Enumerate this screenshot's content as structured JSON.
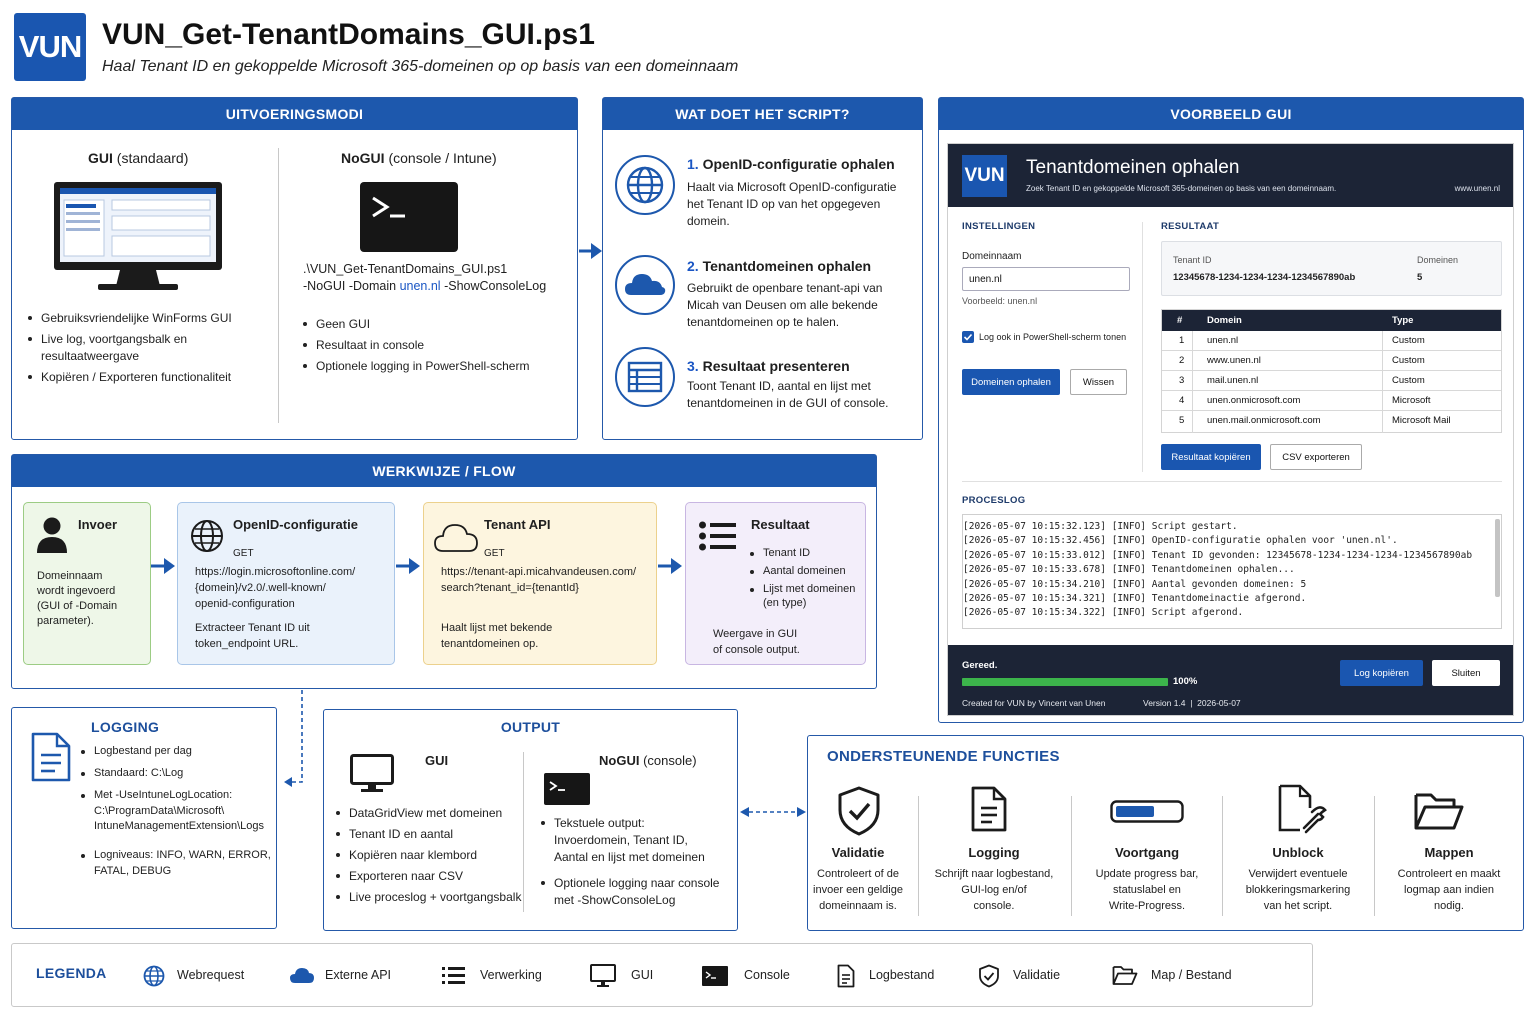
{
  "header": {
    "logo": "VUN",
    "title": "VUN_Get-TenantDomains_GUI.ps1",
    "subtitle": "Haal Tenant ID en gekoppelde Microsoft 365-domeinen op op basis van een domeinnaam"
  },
  "modes": {
    "title": "UITVOERINGSMODI",
    "gui": {
      "label": "GUI",
      "suffix": "(standaard)",
      "bullets": [
        "Gebruiksvriendelijke WinForms GUI",
        "Live log, voortgangsbalk en",
        "resultaatweergave",
        "Kopiëren / Exporteren functionaliteit"
      ]
    },
    "nogui": {
      "label": "NoGUI",
      "suffix": "(console / Intune)",
      "cmd1": ".\\VUN_Get-TenantDomains_GUI.ps1",
      "cmd2a": "-NoGUI -Domain",
      "cmd2b": "unen.nl",
      "cmd2c": "-ShowConsoleLog",
      "bullets": [
        "Geen GUI",
        "Resultaat in console",
        "Optionele logging in PowerShell-scherm"
      ]
    }
  },
  "what": {
    "title": "WAT DOET HET SCRIPT?",
    "steps": [
      {
        "num": "1.",
        "title": "OpenID-configuratie ophalen",
        "lines": [
          "Haalt via Microsoft OpenID-configuratie",
          "het Tenant ID op van het opgegeven",
          "domein."
        ]
      },
      {
        "num": "2.",
        "title": "Tenantdomeinen ophalen",
        "lines": [
          "Gebruikt de openbare tenant-api van",
          "Micah van Deusen om alle bekende",
          "tenantdomeinen op te halen."
        ]
      },
      {
        "num": "3.",
        "title": "Resultaat presenteren",
        "lines": [
          "Toont Tenant ID, aantal en lijst met",
          "tenantdomeinen in de GUI of console."
        ]
      }
    ]
  },
  "flow": {
    "title": "WERKWIJZE / FLOW",
    "input": {
      "title": "Invoer",
      "lines": [
        "Domeinnaam",
        "wordt ingevoerd",
        "(GUI of -Domain",
        "parameter)."
      ]
    },
    "openid": {
      "title": "OpenID-configuratie",
      "method": "GET",
      "url": [
        "https://login.microsoftonline.com/",
        "{domein}/v2.0/.well-known/",
        "openid-configuration"
      ],
      "desc": [
        "Extracteer Tenant ID uit",
        "token_endpoint URL."
      ]
    },
    "api": {
      "title": "Tenant API",
      "method": "GET",
      "url": [
        "https://tenant-api.micahvandeusen.com/",
        "search?tenant_id={tenantId}"
      ],
      "desc": [
        "Haalt lijst met bekende",
        "tenantdomeinen op."
      ]
    },
    "result": {
      "title": "Resultaat",
      "bullets": [
        "Tenant ID",
        "Aantal domeinen",
        "Lijst met domeinen"
      ],
      "bullet_cont": "(en type)",
      "desc": [
        "Weergave in GUI",
        "of console output."
      ]
    }
  },
  "logging": {
    "title": "LOGGING",
    "bullets": [
      "Logbestand per dag",
      "Standaard: C:\\Log"
    ],
    "loc": [
      "Met -UseIntuneLogLocation:",
      "C:\\ProgramData\\Microsoft\\",
      "IntuneManagementExtension\\Logs"
    ],
    "levels": [
      "Logniveaus: INFO, WARN, ERROR,",
      "FATAL, DEBUG"
    ]
  },
  "output": {
    "title": "OUTPUT",
    "gui": {
      "label": "GUI",
      "bullets": [
        "DataGridView met domeinen",
        "Tenant ID en aantal",
        "Kopiëren naar klembord",
        "Exporteren naar CSV",
        "Live proceslog + voortgangsbalk"
      ]
    },
    "nogui": {
      "label": "NoGUI",
      "suffix": "(console)",
      "b1": [
        "Tekstuele output:",
        "Invoerdomein, Tenant ID,",
        "Aantal en lijst met domeinen"
      ],
      "b2": [
        "Optionele logging naar console",
        "met -ShowConsoleLog"
      ]
    }
  },
  "support": {
    "title": "ONDERSTEUNENDE FUNCTIES",
    "items": [
      {
        "title": "Validatie",
        "lines": [
          "Controleert of de",
          "invoer een geldige",
          "domeinnaam is."
        ]
      },
      {
        "title": "Logging",
        "lines": [
          "Schrijft naar logbestand,",
          "GUI-log en/of",
          "console."
        ]
      },
      {
        "title": "Voortgang",
        "lines": [
          "Update progress bar,",
          "statuslabel en",
          "Write-Progress."
        ]
      },
      {
        "title": "Unblock",
        "lines": [
          "Verwijdert eventuele",
          "blokkeringsmarkering",
          "van het script."
        ]
      },
      {
        "title": "Mappen",
        "lines": [
          "Controleert en maakt",
          "logmap aan indien",
          "nodig."
        ]
      }
    ]
  },
  "legend": {
    "title": "LEGENDA",
    "items": [
      "Webrequest",
      "Externe API",
      "Verwerking",
      "GUI",
      "Console",
      "Logbestand",
      "Validatie",
      "Map / Bestand"
    ]
  },
  "gui_example": {
    "panel_title": "VOORBEELD GUI",
    "logo": "VUN",
    "title": "Tenantdomeinen ophalen",
    "subtitle": "Zoek Tenant ID en gekoppelde Microsoft 365-domeinen op basis van een domeinnaam.",
    "site": "www.unen.nl",
    "settings": "INSTELLINGEN",
    "domain_label": "Domeinnaam",
    "domain_value": "unen.nl",
    "example": "Voorbeeld: unen.nl",
    "checkbox": "Log ook in PowerShell-scherm tonen",
    "btn_fetch": "Domeinen ophalen",
    "btn_clear": "Wissen",
    "result": "RESULTAAT",
    "tenant_label": "Tenant ID",
    "tenant_value": "12345678-1234-1234-1234-1234567890ab",
    "domains_label": "Domeinen",
    "domains_value": "5",
    "table": {
      "headers": [
        "#",
        "Domein",
        "Type"
      ],
      "rows": [
        [
          "1",
          "unen.nl",
          "Custom"
        ],
        [
          "2",
          "www.unen.nl",
          "Custom"
        ],
        [
          "3",
          "mail.unen.nl",
          "Custom"
        ],
        [
          "4",
          "unen.onmicrosoft.com",
          "Microsoft"
        ],
        [
          "5",
          "unen.mail.onmicrosoft.com",
          "Microsoft Mail"
        ]
      ]
    },
    "btn_copy": "Resultaat kopiëren",
    "btn_csv": "CSV exporteren",
    "proclog": "PROCESLOG",
    "log": [
      "[2026-05-07 10:15:32.123]  [INFO]  Script gestart.",
      "[2026-05-07 10:15:32.456]  [INFO]  OpenID-configuratie ophalen voor 'unen.nl'.",
      "[2026-05-07 10:15:33.012]  [INFO]  Tenant ID gevonden: 12345678-1234-1234-1234-1234567890ab",
      "[2026-05-07 10:15:33.678]  [INFO]  Tenantdomeinen ophalen...",
      "[2026-05-07 10:15:34.210]  [INFO]  Aantal gevonden domeinen: 5",
      "[2026-05-07 10:15:34.321]  [INFO]  Tenantdomeinactie afgerond.",
      "[2026-05-07 10:15:34.322]  [INFO]  Script afgerond."
    ],
    "status": "Gereed.",
    "progress": 1.0,
    "progress_label": "100%",
    "btn_logcopy": "Log kopiëren",
    "btn_close": "Sluiten",
    "created": "Created for VUN by Vincent van Unen",
    "version": "Version 1.4  |  2026-05-07"
  }
}
